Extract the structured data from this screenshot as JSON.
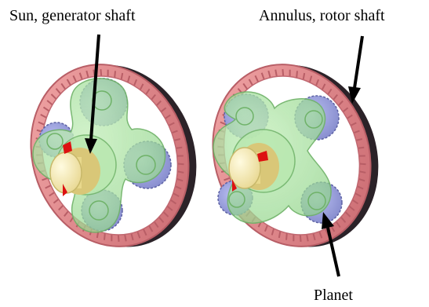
{
  "labels": {
    "sun": "Sun, generator shaft",
    "annulus": "Annulus, rotor shaft",
    "planet": "Planet"
  },
  "colors": {
    "ring_gear": "#e58a8a",
    "ring_gear_dark": "#b85e66",
    "ring_gear_shadow": "#2b2228",
    "planet_gear": "#9aa0dc",
    "planet_gear_dark": "#6f74b4",
    "carrier": "#a8e6a0",
    "carrier_edge": "#6fb268",
    "sun_shaft": "#f6eaa4",
    "sun_shaft_edge": "#c8b86a",
    "marker": "#dd1111",
    "arrow": "#000000"
  }
}
